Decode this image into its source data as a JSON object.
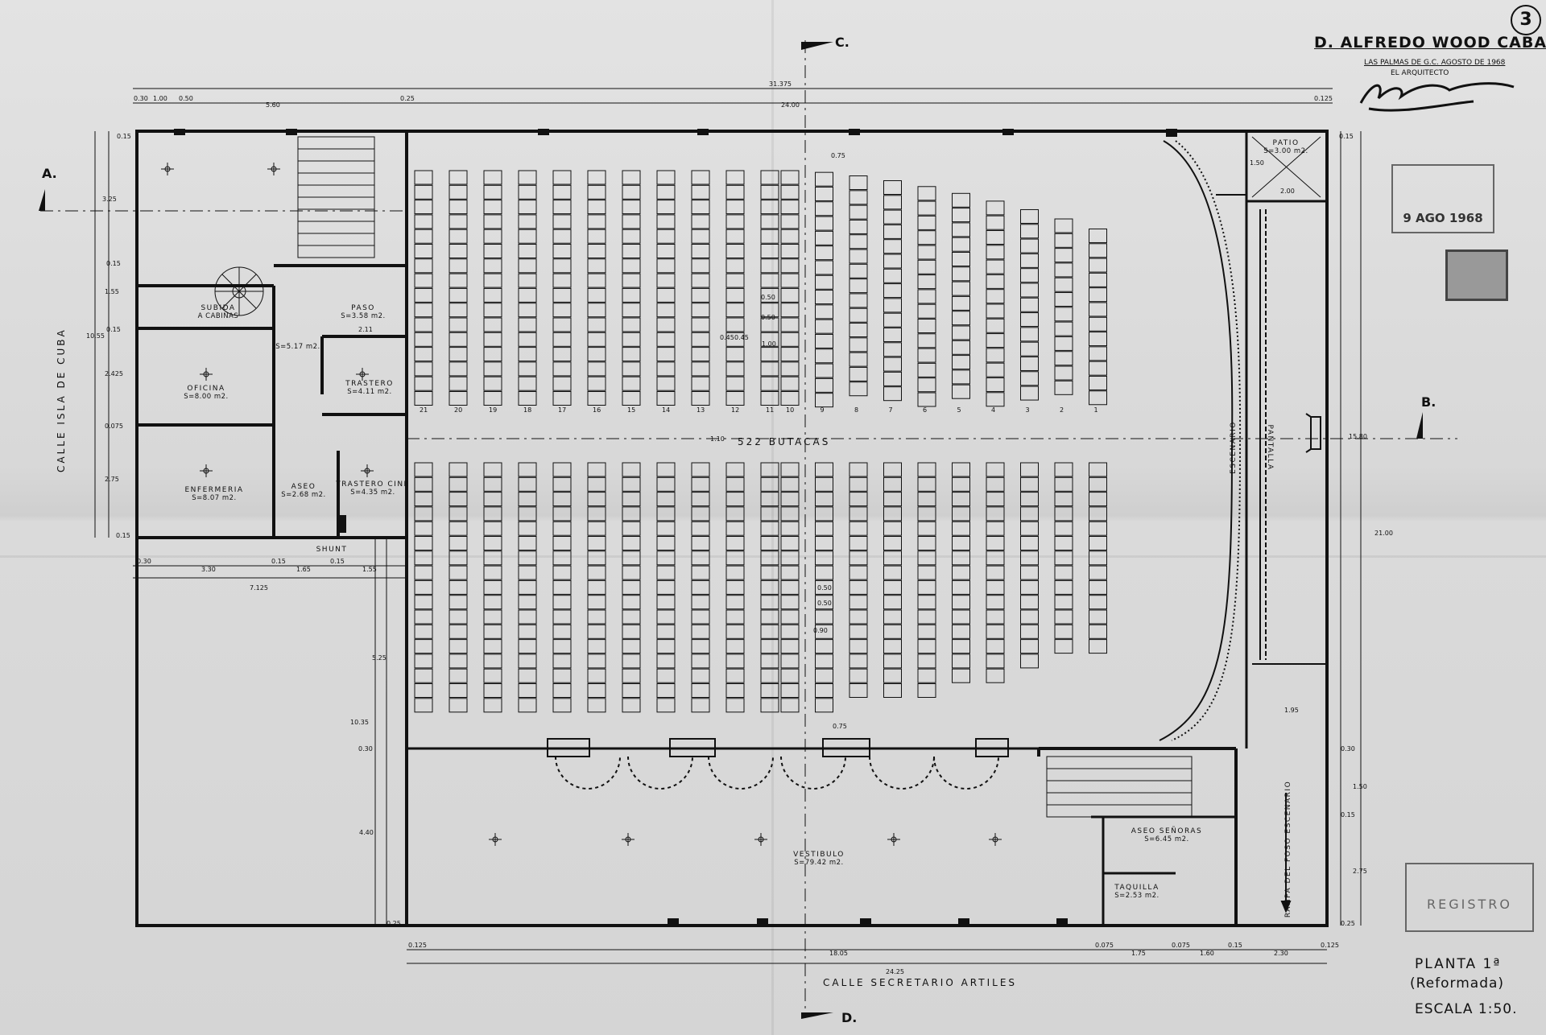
{
  "sheet": {
    "number": "3",
    "author": "D. ALFREDO WOOD CABALLERO.",
    "place_date": "LAS PALMAS DE G.C. AGOSTO DE 1968",
    "architect_label": "EL ARQUITECTO",
    "title": "PLANTA 1ª",
    "subtitle": "(Reformada)",
    "scale": "ESCALA 1:50.",
    "stamp_date": "9 AGO 1968",
    "registry_stamp": "REGISTRO"
  },
  "streets": {
    "west": "CALLE ISLA DE CUBA",
    "south": "CALLE SECRETARIO ARTILES"
  },
  "sections": {
    "a": "A.",
    "b": "B.",
    "c": "C.",
    "d": "D."
  },
  "rooms": {
    "subida": {
      "name": "SUBIDA",
      "name2": "A CABINAS"
    },
    "paso": {
      "name": "PASO",
      "area": "S=3.58 m2."
    },
    "paso_area": "S=5.17 m2.",
    "oficina": {
      "name": "OFICINA",
      "area": "S=8.00 m2."
    },
    "trastero": {
      "name": "TRASTERO",
      "area": "S=4.11 m2."
    },
    "enfermeria": {
      "name": "ENFERMERIA",
      "area": "S=8.07 m2."
    },
    "aseo": {
      "name": "ASEO",
      "area": "S=2.68 m2."
    },
    "trastero_cine": {
      "name": "TRASTERO CINE",
      "area": "S=4.35 m2."
    },
    "shunt": "SHUNT",
    "patio": {
      "name": "PATIO",
      "area": "S=3.00 m2."
    },
    "vestibulo": {
      "name": "VESTIBULO",
      "area": "S=79.42 m2."
    },
    "aseo_senoras": {
      "name": "ASEO SEÑORAS",
      "area": "S=6.45 m2."
    },
    "taquilla": {
      "name": "TAQUILLA",
      "area": "S=2.53 m2."
    },
    "escenario": "ESCENARIO",
    "pantalla": "PANTALLA",
    "rampa": "RAMPA DEL FOSO ESCENARIO",
    "butacas": "522 BUTACAS"
  },
  "dimensions": {
    "top_total": "31.375",
    "top_a": "0.30",
    "top_b": "1.00",
    "top_c": "0.50",
    "top_d": "5.60",
    "top_e": "0.25",
    "top_f": "24.00",
    "top_g": "0.125",
    "left_1": "0.15",
    "left_2": "3.25",
    "left_3": "0.15",
    "left_4": "1.55",
    "left_5": "0.15",
    "left_6": "2.425",
    "left_7": "0.075",
    "left_8": "2.75",
    "left_9": "0.15",
    "left_total": "10.55",
    "mid_1": "0.30",
    "mid_2": "3.30",
    "mid_3": "0.15",
    "mid_4": "1.65",
    "mid_5": "0.15",
    "mid_6": "1.55",
    "mid_total": "7.125",
    "lower_1": "5.25",
    "lower_2": "10.35",
    "lower_3": "0.30",
    "lower_4": "4.40",
    "lower_5": "0.25",
    "aisle_1": "0.75",
    "aisle_2": "0.50",
    "aisle_3": "0.50",
    "aisle_4": "0.45",
    "aisle_5": "0.45",
    "aisle_6": "1.00",
    "aisle_7": "1.10",
    "aisle_8": "0.50",
    "aisle_9": "0.50",
    "aisle_10": "0.90",
    "aisle_11": "0.75",
    "room_w": "2.11",
    "patio_1": "1.50",
    "patio_2": "2.00",
    "stage_1": "1.95",
    "right_1": "0.15",
    "right_2": "15.80",
    "right_3": "21.00",
    "right_4": "0.30",
    "right_5": "1.50",
    "right_6": "0.15",
    "right_7": "2.75",
    "right_8": "0.25",
    "bottom_1": "0.125",
    "bottom_2": "18.05",
    "bottom_3": "0.075",
    "bottom_4": "1.75",
    "bottom_5": "0.075",
    "bottom_6": "1.60",
    "bottom_7": "0.15",
    "bottom_8": "2.30",
    "bottom_9": "0.125",
    "bottom_total": "24.25"
  },
  "rows": [
    "21",
    "20",
    "19",
    "18",
    "17",
    "16",
    "15",
    "14",
    "13",
    "12",
    "11",
    "10",
    "9",
    "8",
    "7",
    "6",
    "5",
    "4",
    "3",
    "2",
    "1"
  ],
  "colors": {
    "ink": "#111111",
    "paper": "#dcdcdc",
    "stamp": "#666666"
  }
}
